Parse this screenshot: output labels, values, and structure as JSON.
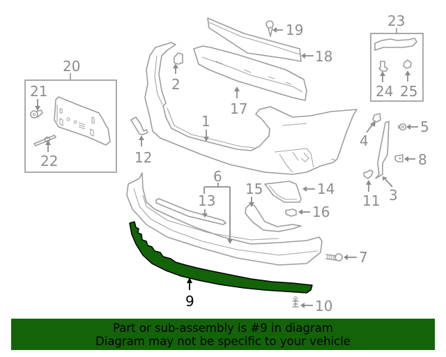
{
  "diagram": {
    "highlight_color": "#136408",
    "line_color": "#9c9c9c",
    "label_color": "#8c8c8c",
    "highlighted_part": "9",
    "callouts": [
      {
        "id": "1",
        "label": "1"
      },
      {
        "id": "2",
        "label": "2"
      },
      {
        "id": "3",
        "label": "3"
      },
      {
        "id": "4",
        "label": "4"
      },
      {
        "id": "5",
        "label": "5"
      },
      {
        "id": "6",
        "label": "6"
      },
      {
        "id": "7",
        "label": "7"
      },
      {
        "id": "8",
        "label": "8"
      },
      {
        "id": "9",
        "label": "9"
      },
      {
        "id": "10",
        "label": "10"
      },
      {
        "id": "11",
        "label": "11"
      },
      {
        "id": "12",
        "label": "12"
      },
      {
        "id": "13",
        "label": "13"
      },
      {
        "id": "14",
        "label": "14"
      },
      {
        "id": "15",
        "label": "15"
      },
      {
        "id": "16",
        "label": "16"
      },
      {
        "id": "17",
        "label": "17"
      },
      {
        "id": "18",
        "label": "18"
      },
      {
        "id": "19",
        "label": "19"
      },
      {
        "id": "20",
        "label": "20"
      },
      {
        "id": "21",
        "label": "21"
      },
      {
        "id": "22",
        "label": "22"
      },
      {
        "id": "23",
        "label": "23"
      },
      {
        "id": "24",
        "label": "24"
      },
      {
        "id": "25",
        "label": "25"
      }
    ]
  },
  "banner": {
    "line1": "Part or sub-assembly is #9 in diagram",
    "line2": "Diagram may not be specific to your vehicle",
    "background": "#136408"
  }
}
